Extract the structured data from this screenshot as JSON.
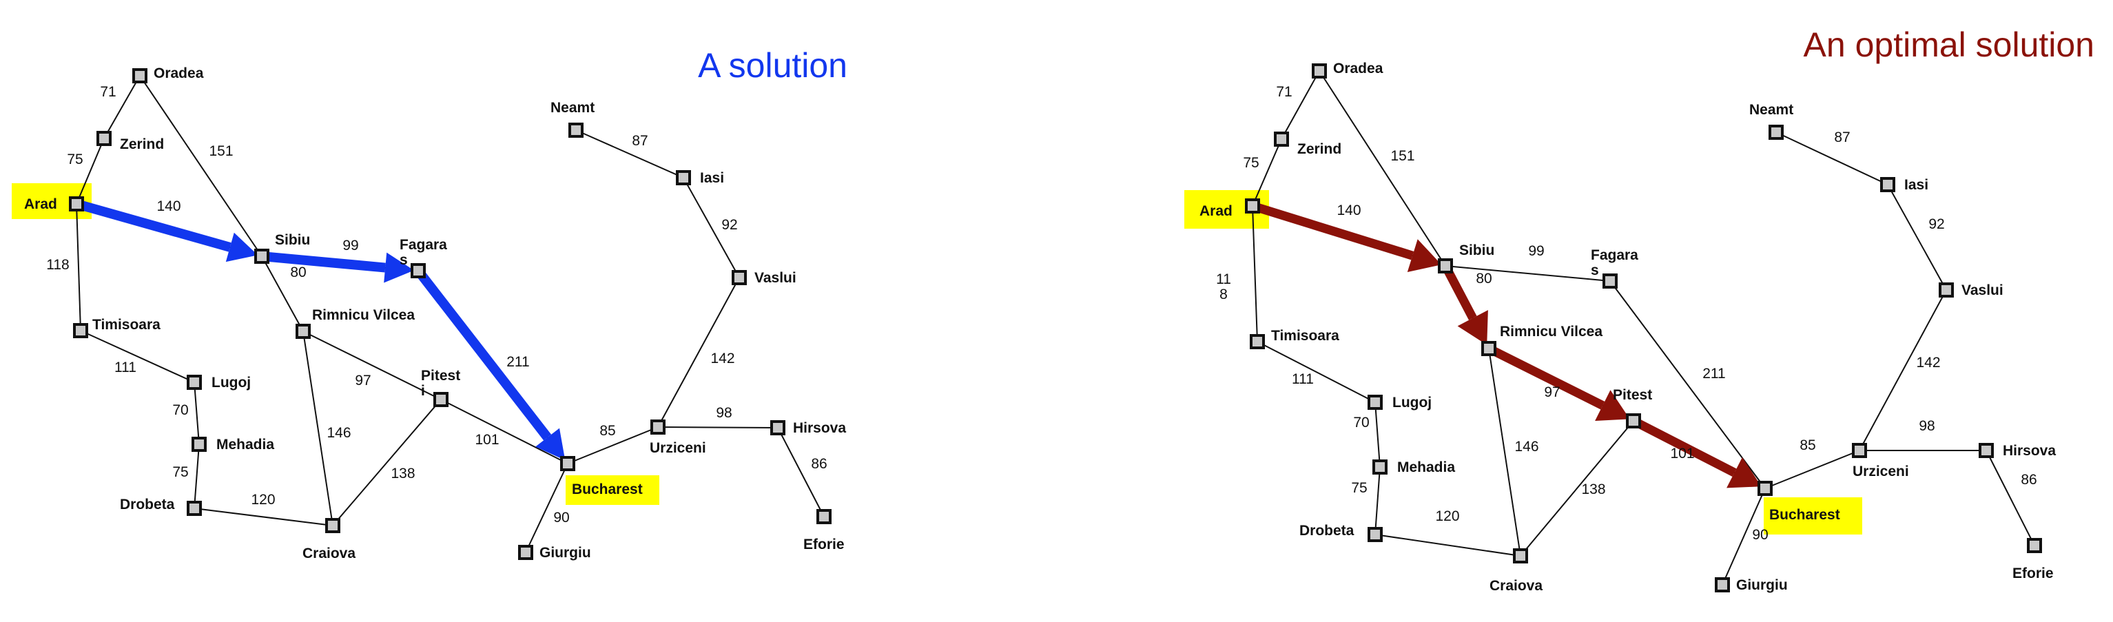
{
  "colors": {
    "solution": "#1237ee",
    "optimal": "#8b1209",
    "highlight": "#ffff00",
    "node_fill": "#c9c9c9"
  },
  "panels": [
    {
      "title": "A solution",
      "path": [
        "Arad",
        "Sibiu",
        "Fagaras",
        "Bucharest"
      ],
      "highlight": [
        "Arad",
        "Bucharest"
      ],
      "labels": {
        "Oradea": "Oradea",
        "Zerind": "Zerind",
        "Arad": "Arad",
        "Timisoara": "Timisoara",
        "Lugoj": "Lugoj",
        "Mehadia": "Mehadia",
        "Drobeta": "Drobeta",
        "Craiova": "Craiova",
        "Sibiu": "Sibiu",
        "Rimnicu": "Rimnicu Vilcea",
        "Fagaras": "Fagara\ns",
        "Pitesti": "Pitest\ni",
        "Bucharest": "Bucharest",
        "Giurgiu": "Giurgiu",
        "Urziceni": "Urziceni",
        "Hirsova": "Hirsova",
        "Eforie": "Eforie",
        "Vaslui": "Vaslui",
        "Iasi": "Iasi",
        "Neamt": "Neamt"
      },
      "edge_labels": {
        "Oradea-Zerind": "71",
        "Zerind-Arad": "75",
        "Oradea-Sibiu": "151",
        "Arad-Sibiu": "140",
        "Arad-Timisoara": "118",
        "Timisoara-Lugoj": "111",
        "Lugoj-Mehadia": "70",
        "Mehadia-Drobeta": "75",
        "Drobeta-Craiova": "120",
        "Sibiu-Fagaras": "99",
        "Sibiu-Rimnicu": "80",
        "Rimnicu-Pitesti": "97",
        "Rimnicu-Craiova": "146",
        "Craiova-Pitesti": "138",
        "Pitesti-Bucharest": "101",
        "Fagaras-Bucharest": "211",
        "Bucharest-Giurgiu": "90",
        "Bucharest-Urziceni": "85",
        "Urziceni-Hirsova": "98",
        "Hirsova-Eforie": "86",
        "Urziceni-Vaslui": "142",
        "Vaslui-Iasi": "92",
        "Iasi-Neamt": "87"
      }
    },
    {
      "title": "An optimal solution",
      "path": [
        "Arad",
        "Sibiu",
        "Rimnicu",
        "Pitesti",
        "Bucharest"
      ],
      "highlight": [
        "Arad",
        "Bucharest"
      ],
      "labels": {
        "Oradea": "Oradea",
        "Zerind": "Zerind",
        "Arad": "Arad",
        "Timisoara": "Timisoara",
        "Lugoj": "Lugoj",
        "Mehadia": "Mehadia",
        "Drobeta": "Drobeta",
        "Craiova": "Craiova",
        "Sibiu": "Sibiu",
        "Rimnicu": "Rimnicu Vilcea",
        "Fagaras": "Fagara\ns",
        "Pitesti": "Pitest",
        "Bucharest": "Bucharest",
        "Giurgiu": "Giurgiu",
        "Urziceni": "Urziceni",
        "Hirsova": "Hirsova",
        "Eforie": "Eforie",
        "Vaslui": "Vaslui",
        "Iasi": "Iasi",
        "Neamt": "Neamt"
      },
      "edge_labels": {
        "Oradea-Zerind": "71",
        "Zerind-Arad": "75",
        "Oradea-Sibiu": "151",
        "Arad-Sibiu": "140",
        "Arad-Timisoara": "11\n8",
        "Timisoara-Lugoj": "111",
        "Lugoj-Mehadia": "70",
        "Mehadia-Drobeta": "75",
        "Drobeta-Craiova": "120",
        "Sibiu-Fagaras": "99",
        "Sibiu-Rimnicu": "80",
        "Rimnicu-Pitesti": "97",
        "Rimnicu-Craiova": "146",
        "Craiova-Pitesti": "138",
        "Pitesti-Bucharest": "101",
        "Fagaras-Bucharest": "211",
        "Bucharest-Giurgiu": "90",
        "Bucharest-Urziceni": "85",
        "Urziceni-Hirsova": "98",
        "Hirsova-Eforie": "86",
        "Urziceni-Vaslui": "142",
        "Vaslui-Iasi": "92",
        "Iasi-Neamt": "87"
      }
    }
  ]
}
